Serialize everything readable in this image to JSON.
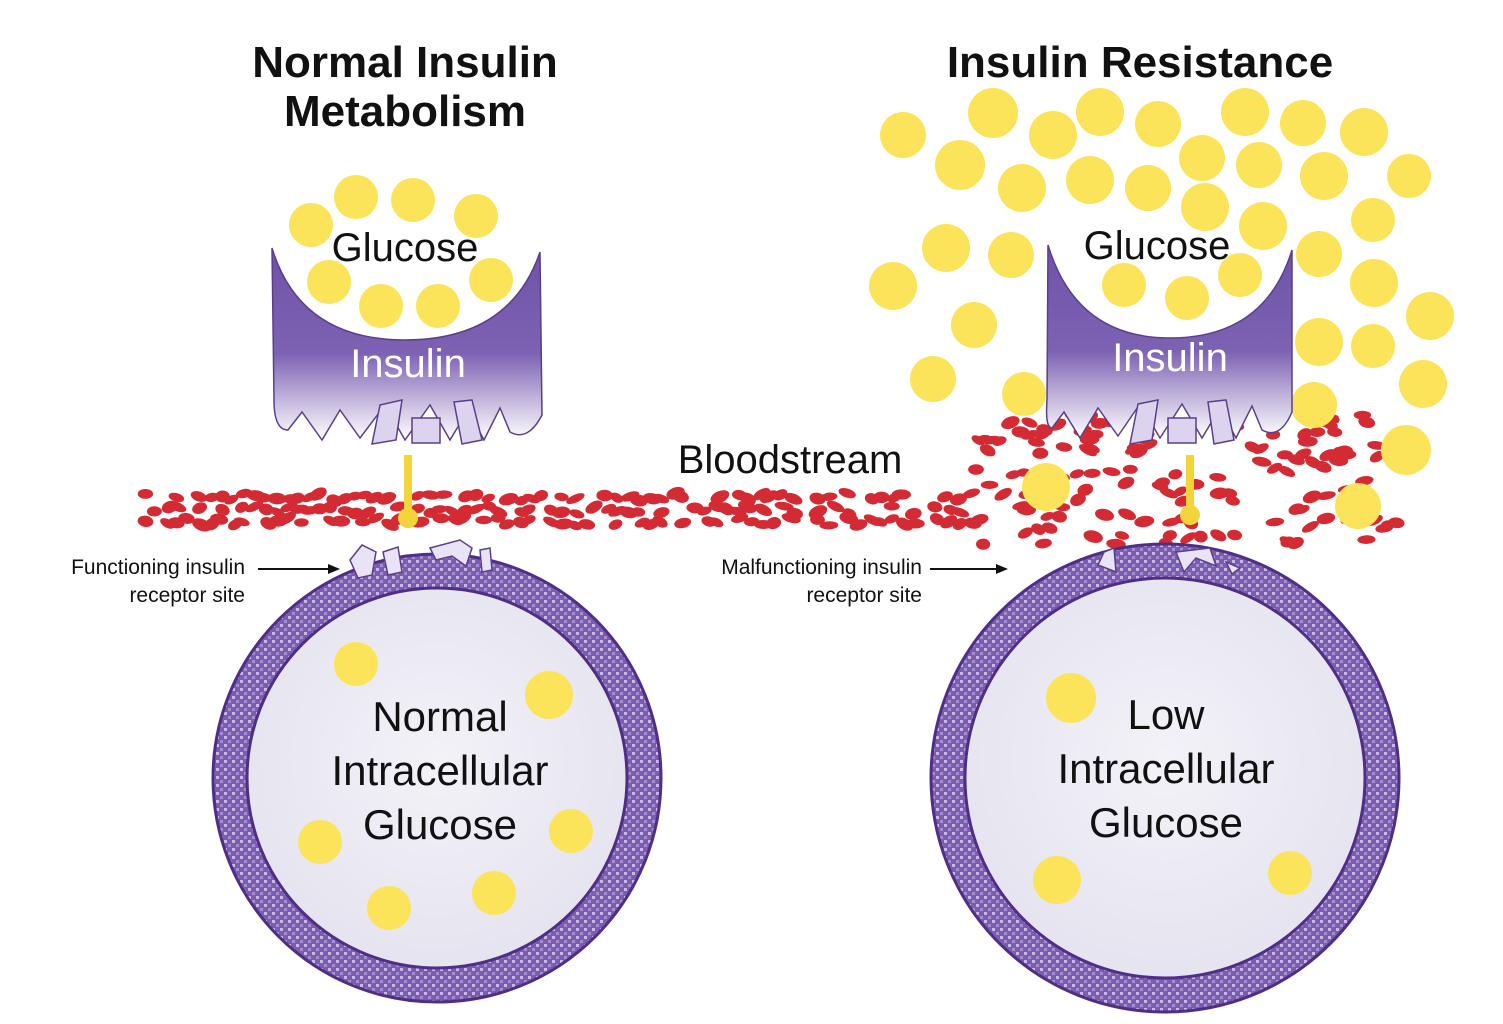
{
  "panels": {
    "normal": {
      "title_line1": "Normal Insulin",
      "title_line2": "Metabolism",
      "glucose_label": "Glucose",
      "insulin_label": "Insulin",
      "receptor_label_line1": "Functioning insulin",
      "receptor_label_line2": "receptor site",
      "cell_line1": "Normal",
      "cell_line2": "Intracellular",
      "cell_line3": "Glucose"
    },
    "resistance": {
      "title": "Insulin Resistance",
      "glucose_label": "Glucose",
      "insulin_label": "Insulin",
      "receptor_label_line1": "Malfunctioning insulin",
      "receptor_label_line2": "receptor site",
      "cell_line1": "Low",
      "cell_line2": "Intracellular",
      "cell_line3": "Glucose"
    }
  },
  "bloodstream_label": "Bloodstream",
  "colors": {
    "glucose": "#fbe35a",
    "insulin": "#7a5aad",
    "membrane": "#6a4a9c",
    "cell_interior": "#ecebf3",
    "blood_cell": "#d42a33"
  }
}
